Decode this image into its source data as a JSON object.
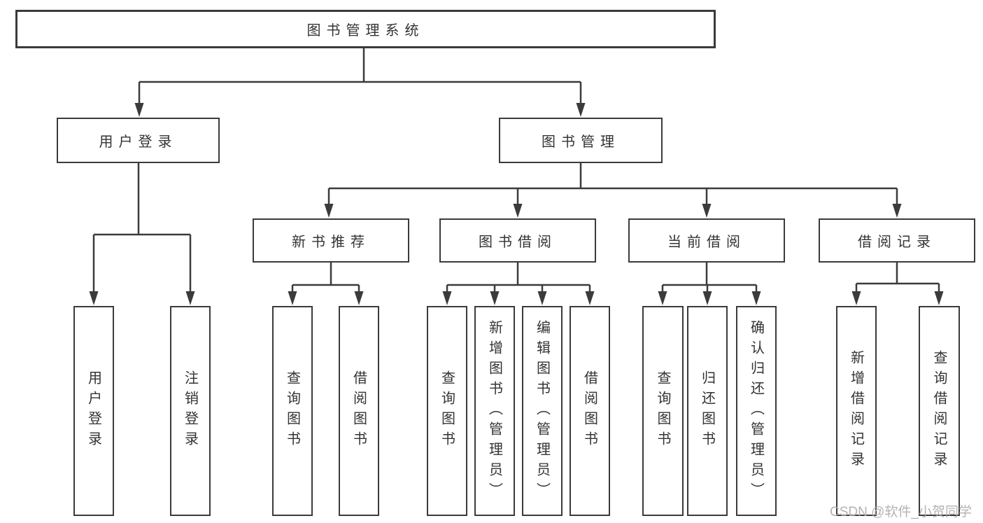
{
  "tree": {
    "root": {
      "label": "图书管理系统"
    },
    "level1": [
      {
        "label": "用户登录"
      },
      {
        "label": "图书管理"
      }
    ],
    "level2": [
      {
        "label": "新书推荐",
        "parent": "图书管理"
      },
      {
        "label": "图书借阅",
        "parent": "图书管理"
      },
      {
        "label": "当前借阅",
        "parent": "图书管理"
      },
      {
        "label": "借阅记录",
        "parent": "图书管理"
      }
    ],
    "leaves": [
      {
        "label": "用户登录",
        "parent": "用户登录"
      },
      {
        "label": "注销登录",
        "parent": "用户登录"
      },
      {
        "label": "查询图书",
        "parent": "新书推荐"
      },
      {
        "label": "借阅图书",
        "parent": "新书推荐"
      },
      {
        "label": "查询图书",
        "parent": "图书借阅"
      },
      {
        "label": "新增图书（管理员）",
        "parent": "图书借阅"
      },
      {
        "label": "编辑图书（管理员）",
        "parent": "图书借阅"
      },
      {
        "label": "借阅图书",
        "parent": "图书借阅"
      },
      {
        "label": "查询图书",
        "parent": "当前借阅"
      },
      {
        "label": "归还图书",
        "parent": "当前借阅"
      },
      {
        "label": "确认归还（管理员）",
        "parent": "当前借阅"
      },
      {
        "label": "新增借阅记录",
        "parent": "借阅记录"
      },
      {
        "label": "查询借阅记录",
        "parent": "借阅记录"
      }
    ]
  },
  "watermark": "CSDN @软件_小贺同学",
  "colors": {
    "line": "#3b3b3b",
    "text": "#333333",
    "watermark": "#adadad",
    "background": "#ffffff"
  }
}
